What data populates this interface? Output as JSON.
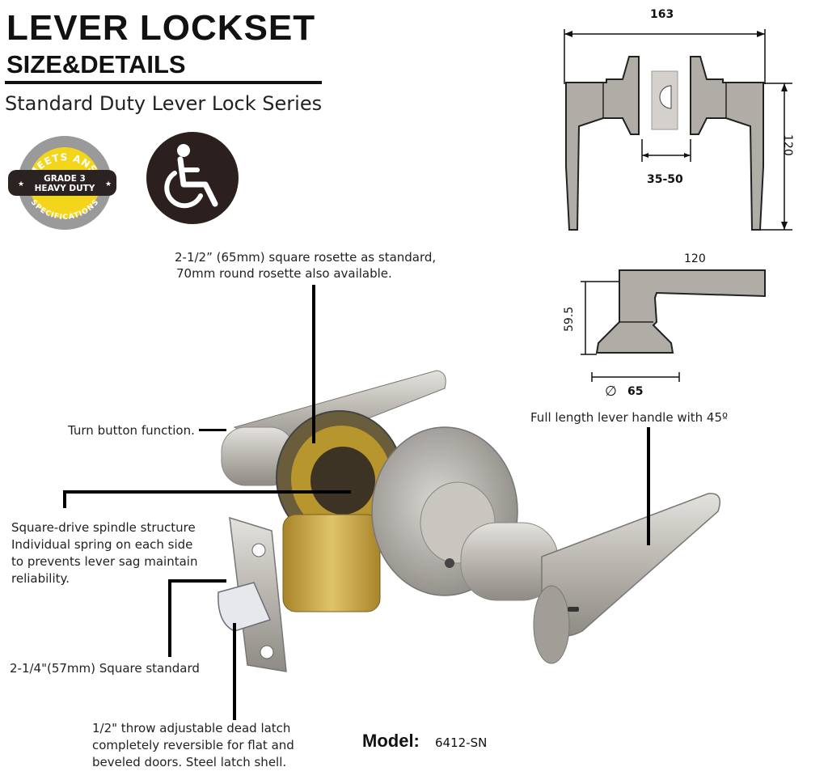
{
  "header": {
    "title": "LEVER LOCKSET",
    "subtitle": "SIZE&DETAILS",
    "series": "Standard Duty Lever Lock Series"
  },
  "badges": {
    "ansi_top": "MEETS ANSI",
    "ansi_grade": "GRADE 3",
    "ansi_duty": "HEAVY DUTY",
    "ansi_bottom": "SPECIFICATIONS",
    "ada_icon": "wheelchair-icon"
  },
  "dimensions": {
    "front_width": "163",
    "front_height": "120",
    "backset": "35-50",
    "side_length": "120",
    "side_height": "59.5",
    "rosette_symbol": "∅",
    "rosette_diameter": "65"
  },
  "callouts": {
    "rosette_line1": "2-1/2” (65mm) square rosette as standard,",
    "rosette_line2": "70mm round rosette also available.",
    "turn_button": "Turn button function.",
    "lever_handle": "Full length lever handle with 45º",
    "spindle_line1": "Square-drive spindle structure",
    "spindle_line2": "Individual spring on each side",
    "spindle_line3": "to prevents lever sag maintain",
    "spindle_line4": "reliability.",
    "square_standard": "2-1/4\"(57mm) Square standard",
    "latch_line1": "1/2\"  throw adjustable dead latch",
    "latch_line2": " completely reversible for flat and",
    "latch_line3": "beveled doors. Steel latch shell."
  },
  "model": {
    "label": "Model:",
    "value": "6412-SN"
  },
  "colors": {
    "metal": "#b9b6af",
    "metal_dark": "#8c8a84",
    "brass": "#c9a646",
    "badge_yellow": "#f3d51c",
    "badge_gray": "#9a9a9a",
    "text": "#222222"
  }
}
